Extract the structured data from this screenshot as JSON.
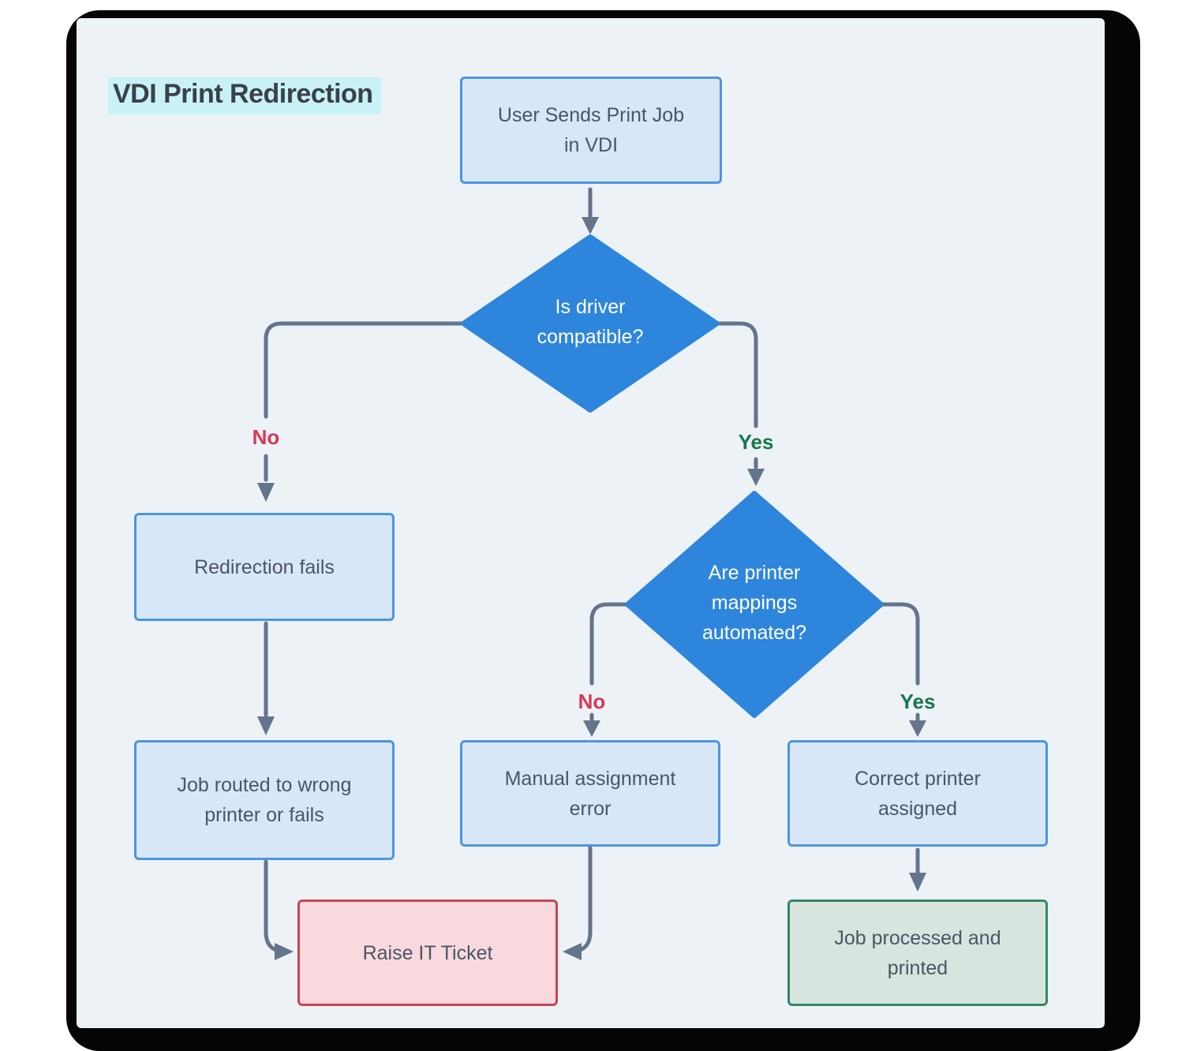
{
  "title": "VDI Print Redirection",
  "nodes": {
    "start": {
      "label": "User Sends Print Job\nin VDI"
    },
    "decision_driver": {
      "label": "Is driver\ncompatible?"
    },
    "redirection_fails": {
      "label": "Redirection fails"
    },
    "job_wrong_printer": {
      "label": "Job routed to wrong\nprinter or fails"
    },
    "raise_ticket": {
      "label": "Raise IT Ticket"
    },
    "decision_mappings": {
      "label": "Are printer\nmappings\nautomated?"
    },
    "manual_error": {
      "label": "Manual assignment\nerror"
    },
    "correct_printer": {
      "label": "Correct printer\nassigned"
    },
    "job_printed": {
      "label": "Job processed and\nprinted"
    }
  },
  "edges": {
    "driver_no": "No",
    "driver_yes": "Yes",
    "mappings_no": "No",
    "mappings_yes": "Yes"
  },
  "colors": {
    "canvas_background": "#EDF2F7",
    "frame": "#050505",
    "decision_fill": "#2E86DC",
    "process_fill": "#D8E7F8",
    "process_border": "#4C96E0",
    "danger_fill": "#F8D9DD",
    "danger_border": "#C64552",
    "success_fill": "#D8E5DE",
    "success_border": "#318A60",
    "arrow": "#64748B",
    "no_label": "#D63A52",
    "yes_label": "#17774A",
    "title_highlight": "#C8F2F7",
    "node_text": "#4A5568",
    "title_text": "#3A4147"
  }
}
